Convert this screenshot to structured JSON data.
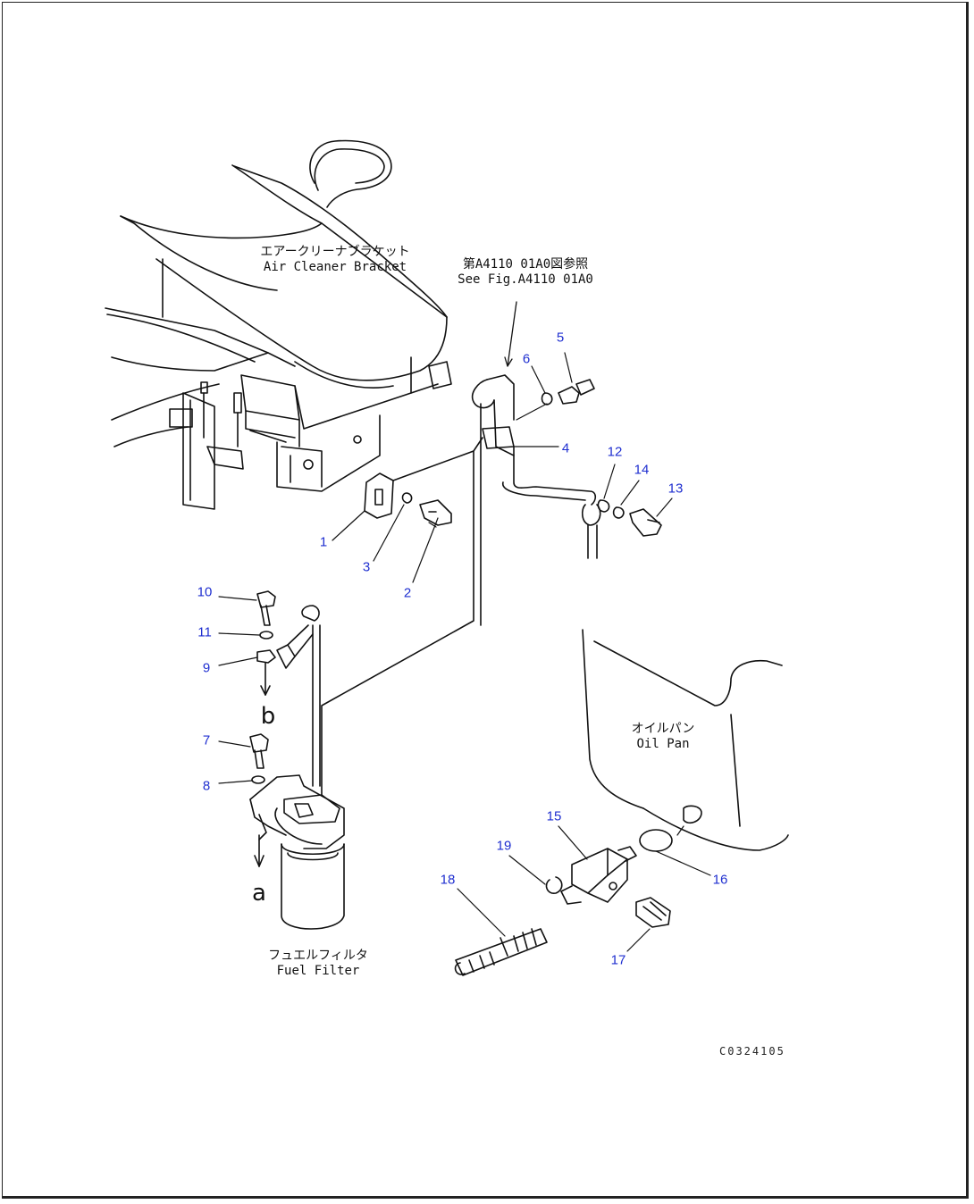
{
  "labels": {
    "air_cleaner_bracket_jp": "エアークリーナブラケット",
    "air_cleaner_bracket_en": "Air Cleaner Bracket",
    "see_fig_jp": "第A4110 01A0図参照",
    "see_fig_en": "See Fig.A4110 01A0",
    "oil_pan_jp": "オイルパン",
    "oil_pan_en": "Oil Pan",
    "fuel_filter_jp": "フュエルフィルタ",
    "fuel_filter_en": "Fuel Filter"
  },
  "letters": {
    "a": "a",
    "b": "b"
  },
  "drawing_code": "C0324105",
  "callouts": [
    "1",
    "2",
    "3",
    "4",
    "5",
    "6",
    "7",
    "8",
    "9",
    "10",
    "11",
    "12",
    "13",
    "14",
    "15",
    "16",
    "17",
    "18",
    "19"
  ],
  "colors": {
    "callout": "#1f2fd0",
    "line": "#111111"
  }
}
